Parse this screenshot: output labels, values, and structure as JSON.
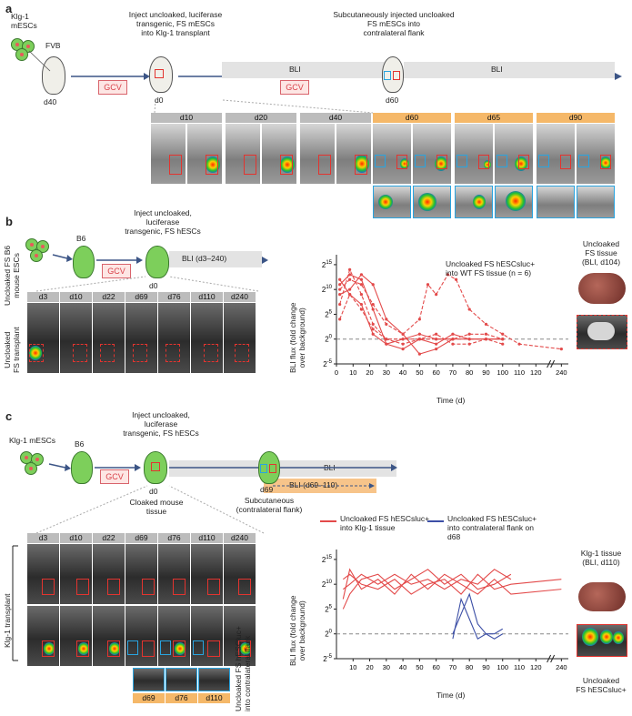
{
  "panel_a": {
    "label": "a",
    "cells": "Klg-1\nmESCs",
    "strain": "FVB",
    "day0": "d40",
    "gcv": "GCV",
    "inject_text": "Inject uncloaked, luciferase\ntransgenic, FS mESCs\ninto Klg-1 transplant",
    "mouse_day": "d0",
    "subq_text": "Subcutaneously injected uncloaked\nFS mESCs into\ncontralateral flank",
    "bli1": "BLI",
    "bli2": "BLI",
    "gcv2": "GCV",
    "day60": "d60",
    "time_headers": [
      "d10",
      "d20",
      "d40",
      "d60",
      "d65",
      "d90"
    ]
  },
  "panel_b": {
    "label": "b",
    "side": "Uncloaked FS B6\nmouse ESCs",
    "strain": "B6",
    "gcv": "GCV",
    "inject_text": "Inject uncloaked,\nluciferase\ntransgenic, FS hESCs",
    "mouse_day": "d0",
    "bli": "BLI (d3–240)",
    "time_headers": [
      "d3",
      "d10",
      "d22",
      "d69",
      "d76",
      "d110",
      "d240"
    ],
    "row_label": "Uncloaked\nFS transplant",
    "tissue_title": "Uncloaked\nFS tissue\n(BLI, d104)"
  },
  "panel_c": {
    "label": "c",
    "cells": "Klg-1 mESCs",
    "strain": "B6",
    "gcv": "GCV",
    "inject_text": "Inject uncloaked,\nluciferase\ntransgenic, FS hESCs",
    "mouse_day": "d0",
    "cloaked": "Cloaked mouse\ntissue",
    "bli": "BLI",
    "bli_orange": "BLI (d69–110)",
    "d69": "d69",
    "subq": "Subcutaneous\n(contralateral flank)",
    "time_headers": [
      "d3",
      "d10",
      "d22",
      "d69",
      "d76",
      "d110",
      "d240"
    ],
    "row_label": "Klg-1 transplant",
    "side_label": "Uncloaked FS hESCluc+\ninto contralateral flank",
    "sub_headers": [
      "d69",
      "d76",
      "d110"
    ],
    "tissue_title": "Klg-1 tissue\n(BLI, d110)",
    "tissue_caption": "Uncloaked\nFS hESCsluc+"
  },
  "chart_data": [
    {
      "type": "line",
      "ylabel": "BLI flux (fold change\nover background)",
      "xlabel": "Time (d)",
      "y_ticks": [
        "2^15",
        "2^10",
        "2^5",
        "2^0",
        "2^-5"
      ],
      "x_ticks": [
        "0",
        "10",
        "20",
        "30",
        "40",
        "50",
        "60",
        "70",
        "80",
        "90",
        "100",
        "110",
        "120",
        "240"
      ],
      "legend": "Uncloaked FS hESCsluc+\ninto WT FS tissue (n = 6)",
      "colors": {
        "series": "#e34a4a",
        "baseline": "#888888"
      },
      "ylim": [
        -5,
        17
      ],
      "baseline": 0,
      "series": [
        {
          "values": [
            [
              2,
              11
            ],
            [
              8,
              13
            ],
            [
              15,
              12
            ],
            [
              22,
              6
            ],
            [
              30,
              -1
            ],
            [
              40,
              0
            ],
            [
              50,
              1
            ],
            [
              60,
              0
            ],
            [
              70,
              0
            ],
            [
              80,
              0
            ],
            [
              90,
              0
            ],
            [
              100,
              0
            ]
          ]
        },
        {
          "values": [
            [
              2,
              7
            ],
            [
              8,
              14
            ],
            [
              15,
              9
            ],
            [
              22,
              3
            ],
            [
              30,
              0
            ],
            [
              40,
              -1
            ],
            [
              50,
              0
            ],
            [
              60,
              1
            ],
            [
              70,
              -1
            ],
            [
              80,
              -1
            ],
            [
              90,
              0
            ],
            [
              100,
              -1
            ]
          ]
        },
        {
          "values": [
            [
              2,
              9
            ],
            [
              8,
              10
            ],
            [
              15,
              13
            ],
            [
              22,
              11
            ],
            [
              30,
              4
            ],
            [
              40,
              1
            ],
            [
              50,
              -3
            ],
            [
              60,
              -2
            ],
            [
              70,
              0
            ]
          ]
        },
        {
          "values": [
            [
              2,
              4
            ],
            [
              8,
              9
            ],
            [
              15,
              6
            ],
            [
              22,
              2
            ],
            [
              30,
              0
            ],
            [
              40,
              0
            ],
            [
              50,
              0
            ],
            [
              60,
              0
            ],
            [
              70,
              0
            ],
            [
              80,
              1
            ],
            [
              90,
              1
            ],
            [
              100,
              0
            ]
          ]
        },
        {
          "values": [
            [
              2,
              12
            ],
            [
              8,
              9
            ],
            [
              15,
              7
            ],
            [
              22,
              1
            ],
            [
              30,
              -1
            ],
            [
              40,
              -2
            ],
            [
              50,
              0
            ],
            [
              60,
              -1
            ],
            [
              70,
              1
            ],
            [
              80,
              0
            ],
            [
              90,
              0
            ],
            [
              100,
              0
            ]
          ]
        },
        {
          "values": [
            [
              2,
              10
            ],
            [
              8,
              12
            ],
            [
              15,
              11
            ],
            [
              22,
              7
            ],
            [
              30,
              3
            ],
            [
              40,
              1
            ],
            [
              50,
              4
            ],
            [
              55,
              11
            ],
            [
              60,
              9
            ],
            [
              67,
              13
            ],
            [
              72,
              12
            ],
            [
              80,
              6
            ],
            [
              90,
              3
            ],
            [
              100,
              1
            ],
            [
              110,
              -1
            ],
            [
              240,
              -2
            ]
          ]
        }
      ]
    },
    {
      "type": "line",
      "ylabel": "BLI flux (fold change\nover background)",
      "xlabel": "Time (d)",
      "y_ticks": [
        "2^15",
        "2^10",
        "2^5",
        "2^0",
        "2^-5"
      ],
      "x_ticks": [
        "10",
        "20",
        "30",
        "40",
        "50",
        "60",
        "70",
        "80",
        "90",
        "100",
        "110",
        "120",
        "240"
      ],
      "legend": [
        {
          "name": "Uncloaked FS hESCsluc+ into Klg-1 tissue",
          "color": "#e34a4a"
        },
        {
          "name": "Uncloaked FS hESCsluc+ into contralateral flank on d68",
          "color": "#3c4fa6"
        }
      ],
      "ylim": [
        -5,
        17
      ],
      "baseline": 0,
      "series": [
        {
          "name": "Uncloaked FS hESCsluc+ into Klg-1 tissue",
          "values": [
            [
              4,
              11
            ],
            [
              8,
              12
            ],
            [
              15,
              10
            ],
            [
              25,
              9
            ],
            [
              35,
              11
            ],
            [
              45,
              8
            ],
            [
              55,
              10
            ],
            [
              65,
              11
            ],
            [
              75,
              8
            ],
            [
              85,
              12
            ],
            [
              95,
              9
            ],
            [
              105,
              10
            ],
            [
              240,
              11
            ]
          ]
        },
        {
          "name": "Uncloaked FS hESCsluc+ into Klg-1 tissue",
          "values": [
            [
              4,
              7
            ],
            [
              8,
              13
            ],
            [
              15,
              9
            ],
            [
              25,
              11
            ],
            [
              35,
              8
            ],
            [
              45,
              12
            ],
            [
              55,
              9
            ],
            [
              65,
              12
            ],
            [
              75,
              10
            ],
            [
              85,
              8
            ],
            [
              95,
              11
            ],
            [
              105,
              8
            ],
            [
              240,
              9
            ]
          ]
        },
        {
          "name": "Uncloaked FS hESCsluc+ into Klg-1 tissue",
          "values": [
            [
              4,
              9
            ],
            [
              8,
              10
            ],
            [
              15,
              12
            ],
            [
              25,
              10
            ],
            [
              35,
              12
            ],
            [
              45,
              10
            ],
            [
              55,
              11
            ],
            [
              65,
              9
            ],
            [
              75,
              11
            ],
            [
              85,
              10
            ],
            [
              95,
              13
            ],
            [
              105,
              11
            ]
          ]
        },
        {
          "name": "Uncloaked FS hESCsluc+ into Klg-1 tissue",
          "values": [
            [
              4,
              5
            ],
            [
              8,
              8
            ],
            [
              15,
              11
            ],
            [
              25,
              12
            ],
            [
              35,
              9
            ],
            [
              45,
              11
            ],
            [
              55,
              13
            ],
            [
              65,
              10
            ],
            [
              75,
              12
            ],
            [
              85,
              9
            ],
            [
              95,
              10
            ],
            [
              105,
              12
            ]
          ]
        },
        {
          "name": "Uncloaked FS hESCsluc+ into contralateral flank on d68",
          "values": [
            [
              70,
              -1
            ],
            [
              75,
              7
            ],
            [
              80,
              3
            ],
            [
              85,
              -1
            ],
            [
              90,
              0
            ],
            [
              95,
              -1
            ],
            [
              100,
              0
            ]
          ]
        },
        {
          "name": "Uncloaked FS hESCsluc+ into contralateral flank on d68",
          "values": [
            [
              70,
              0
            ],
            [
              75,
              4
            ],
            [
              80,
              8
            ],
            [
              85,
              2
            ],
            [
              90,
              0
            ],
            [
              95,
              0
            ],
            [
              100,
              1
            ]
          ]
        }
      ]
    }
  ]
}
